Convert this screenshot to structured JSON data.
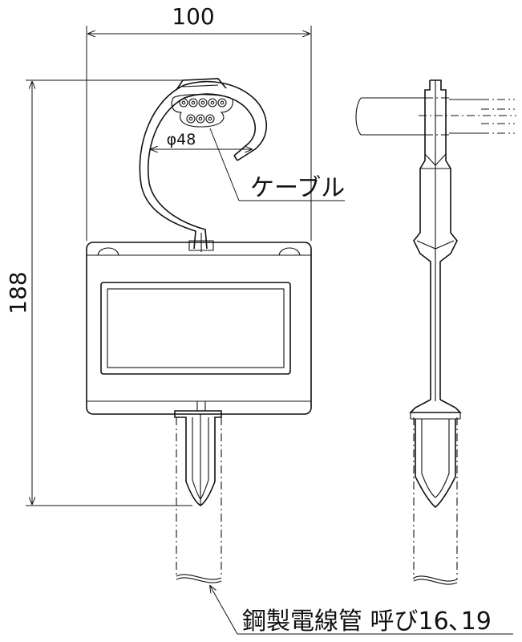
{
  "dimensions": {
    "width": "100",
    "height": "188",
    "cable_diameter": "φ48"
  },
  "labels": {
    "cable": "ケーブル",
    "conduit": "鋼製電線管 呼び16､19"
  }
}
